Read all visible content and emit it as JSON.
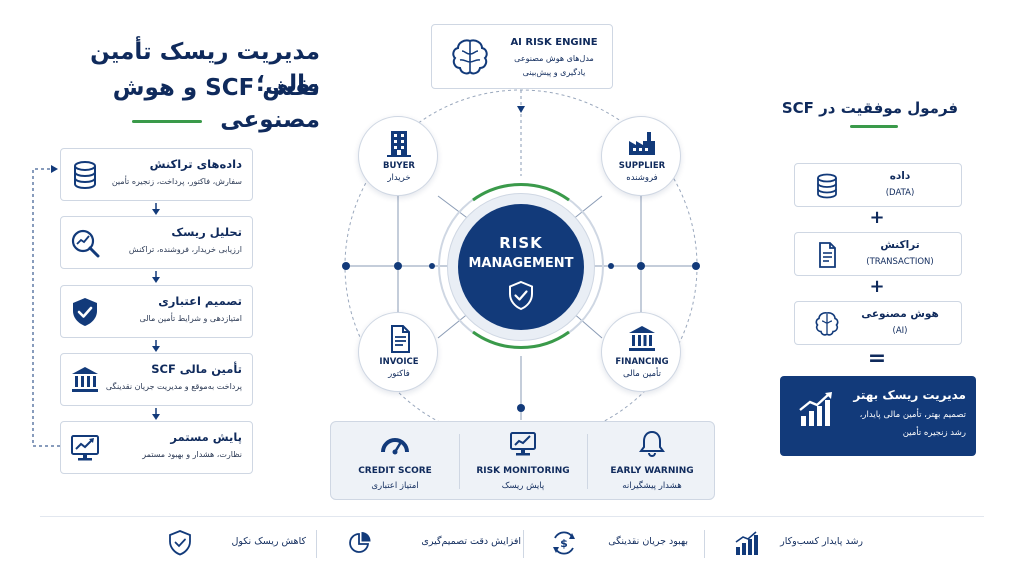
{
  "title": {
    "line1": "مدیریت ریسک تأمین مالی؛",
    "line2": "نقش SCF و هوش مصنوعی"
  },
  "process": [
    {
      "title": "داده‌های تراکنش",
      "subtitle": "سفارش، فاکتور، پرداخت، زنجیره تأمین",
      "icon": "database-icon"
    },
    {
      "title": "تحلیل ریسک",
      "subtitle": "ارزیابی خریدار، فروشنده، تراکنش",
      "icon": "chart-search-icon"
    },
    {
      "title": "تصمیم اعتباری",
      "subtitle": "امتیازدهی و شرایط تأمین مالی",
      "icon": "shield-check-icon"
    },
    {
      "title": "تأمین مالی SCF",
      "subtitle": "پرداخت به‌موقع و مدیریت جریان نقدینگی",
      "icon": "bank-icon"
    },
    {
      "title": "پایش مستمر",
      "subtitle": "نظارت، هشدار و بهبود مستمر",
      "icon": "monitor-chart-icon"
    }
  ],
  "engine": {
    "title": "AI RISK ENGINE",
    "line1": "مدل‌های هوش مصنوعی",
    "line2": "یادگیری و پیش‌بینی"
  },
  "center": {
    "line1": "RISK",
    "line2": "MANAGEMENT"
  },
  "nodes": {
    "buyer": {
      "en": "BUYER",
      "fa": "خریدار"
    },
    "supplier": {
      "en": "SUPPLIER",
      "fa": "فروشنده"
    },
    "invoice": {
      "en": "INVOICE",
      "fa": "فاکتور"
    },
    "financing": {
      "en": "FINANCING",
      "fa": "تأمین مالی"
    }
  },
  "tools": [
    {
      "en": "CREDIT SCORE",
      "fa": "امتیاز اعتباری",
      "icon": "gauge-icon"
    },
    {
      "en": "RISK MONITORING",
      "fa": "پایش ریسک",
      "icon": "monitor-chart-icon"
    },
    {
      "en": "EARLY WARNING",
      "fa": "هشدار پیشگیرانه",
      "icon": "bell-icon"
    }
  ],
  "formula": {
    "heading": "فرمول موفقیت در SCF",
    "items": [
      {
        "fa": "داده",
        "en": "(DATA)",
        "icon": "database-icon"
      },
      {
        "fa": "تراکنش",
        "en": "(TRANSACTION)",
        "icon": "document-icon"
      },
      {
        "fa": "هوش مصنوعی",
        "en": "(AI)",
        "icon": "brain-icon"
      }
    ],
    "plus": "+",
    "equals": "=",
    "result": {
      "title": "مدیریت ریسک بهتر",
      "line1": "تصمیم بهتر، تأمین مالی پایدار،",
      "line2": "رشد زنجیره تأمین"
    }
  },
  "benefits": [
    {
      "label": "کاهش ریسک نکول",
      "icon": "shield-check-icon"
    },
    {
      "label": "افزایش دقت تصمیم‌گیری",
      "icon": "pie-chart-icon"
    },
    {
      "label": "بهبود جریان نقدینگی",
      "icon": "cash-flow-icon"
    },
    {
      "label": "رشد پایدار کسب‌وکار",
      "icon": "growth-chart-icon"
    }
  ],
  "colors": {
    "navy": "#123a7a",
    "green": "#3a9a4a",
    "border": "#cfd7e3"
  }
}
